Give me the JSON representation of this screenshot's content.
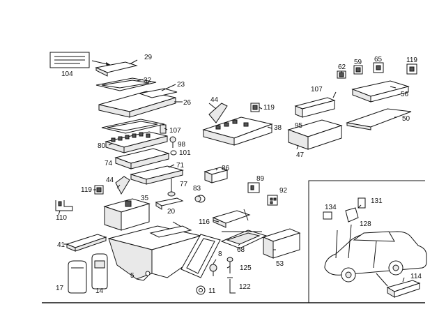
{
  "callouts": {
    "c104": "104",
    "c29": "29",
    "c32": "32",
    "c23": "23",
    "c26": "26",
    "c107a": "107",
    "c80": "80",
    "c98": "98",
    "c101": "101",
    "c74": "74",
    "c71": "71",
    "c44a": "44",
    "c119a": "119",
    "c77": "77",
    "c83": "83",
    "c35": "35",
    "c20": "20",
    "c110": "110",
    "c41": "41",
    "c17": "17",
    "c14": "14",
    "c5": "5",
    "c44b": "44",
    "c119b": "119",
    "c38": "38",
    "c86": "86",
    "c89": "89",
    "c92": "92",
    "c116": "116",
    "c68": "68",
    "c8": "8",
    "c125": "125",
    "c11": "11",
    "c122": "122",
    "c53": "53",
    "c62": "62",
    "c59": "59",
    "c65": "65",
    "c119c": "119",
    "c107b": "107",
    "c56": "56",
    "c95": "95",
    "c50": "50",
    "c47": "47",
    "c134": "134",
    "c131": "131",
    "c128": "128",
    "c114": "114"
  }
}
